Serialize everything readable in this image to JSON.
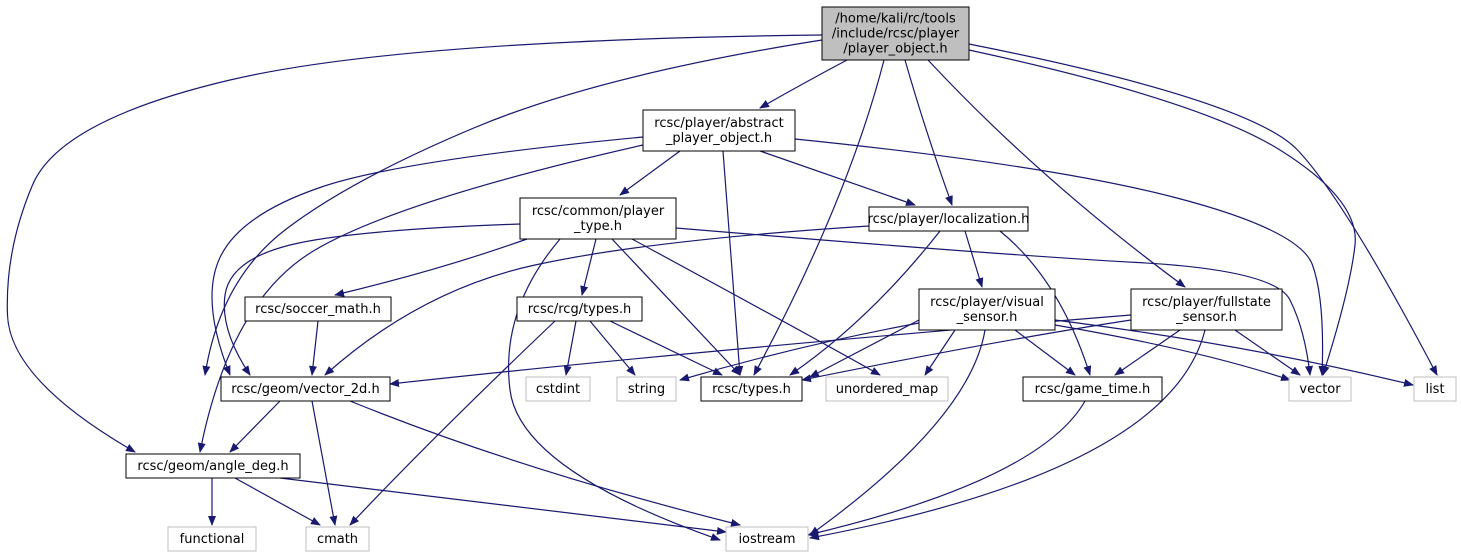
{
  "diagram": {
    "nodes": [
      {
        "id": "root",
        "lines": [
          "/home/kali/rc/tools",
          "/include/rcsc/player",
          "/player_object.h"
        ],
        "kind": "root"
      },
      {
        "id": "abstract",
        "lines": [
          "rcsc/player/abstract",
          "_player_object.h"
        ],
        "kind": "header"
      },
      {
        "id": "ptype",
        "lines": [
          "rcsc/common/player",
          "_type.h"
        ],
        "kind": "header"
      },
      {
        "id": "localization",
        "lines": [
          "rcsc/player/localization.h"
        ],
        "kind": "header"
      },
      {
        "id": "soccer",
        "lines": [
          "rcsc/soccer_math.h"
        ],
        "kind": "header"
      },
      {
        "id": "rcgtypes",
        "lines": [
          "rcsc/rcg/types.h"
        ],
        "kind": "header"
      },
      {
        "id": "visual",
        "lines": [
          "rcsc/player/visual",
          "_sensor.h"
        ],
        "kind": "header"
      },
      {
        "id": "fullstate",
        "lines": [
          "rcsc/player/fullstate",
          "_sensor.h"
        ],
        "kind": "header"
      },
      {
        "id": "vector2d",
        "lines": [
          "rcsc/geom/vector_2d.h"
        ],
        "kind": "header"
      },
      {
        "id": "cstdint",
        "lines": [
          "cstdint"
        ],
        "kind": "system"
      },
      {
        "id": "string",
        "lines": [
          "string"
        ],
        "kind": "system"
      },
      {
        "id": "types",
        "lines": [
          "rcsc/types.h"
        ],
        "kind": "header"
      },
      {
        "id": "umap",
        "lines": [
          "unordered_map"
        ],
        "kind": "system"
      },
      {
        "id": "gametime",
        "lines": [
          "rcsc/game_time.h"
        ],
        "kind": "header"
      },
      {
        "id": "vector",
        "lines": [
          "vector"
        ],
        "kind": "system"
      },
      {
        "id": "list",
        "lines": [
          "list"
        ],
        "kind": "system"
      },
      {
        "id": "angle",
        "lines": [
          "rcsc/geom/angle_deg.h"
        ],
        "kind": "header"
      },
      {
        "id": "functional",
        "lines": [
          "functional"
        ],
        "kind": "system"
      },
      {
        "id": "cmath",
        "lines": [
          "cmath"
        ],
        "kind": "system"
      },
      {
        "id": "iostream",
        "lines": [
          "iostream"
        ],
        "kind": "system"
      }
    ],
    "edges": [
      [
        "root",
        "abstract"
      ],
      [
        "root",
        "types"
      ],
      [
        "root",
        "localization"
      ],
      [
        "root",
        "fullstate"
      ],
      [
        "root",
        "vector"
      ],
      [
        "root",
        "list"
      ],
      [
        "root",
        "vector2d"
      ],
      [
        "root",
        "angle"
      ],
      [
        "abstract",
        "ptype"
      ],
      [
        "abstract",
        "localization"
      ],
      [
        "abstract",
        "types"
      ],
      [
        "abstract",
        "vector"
      ],
      [
        "abstract",
        "vector2d"
      ],
      [
        "abstract",
        "angle"
      ],
      [
        "ptype",
        "soccer"
      ],
      [
        "ptype",
        "rcgtypes"
      ],
      [
        "ptype",
        "types"
      ],
      [
        "ptype",
        "umap"
      ],
      [
        "ptype",
        "iostream"
      ],
      [
        "ptype",
        "vector"
      ],
      [
        "ptype",
        "vector2d"
      ],
      [
        "localization",
        "visual"
      ],
      [
        "localization",
        "types"
      ],
      [
        "localization",
        "gametime"
      ],
      [
        "localization",
        "vector2d"
      ],
      [
        "soccer",
        "vector2d"
      ],
      [
        "rcgtypes",
        "cstdint"
      ],
      [
        "rcgtypes",
        "string"
      ],
      [
        "rcgtypes",
        "types"
      ],
      [
        "rcgtypes",
        "cmath"
      ],
      [
        "visual",
        "string"
      ],
      [
        "visual",
        "types"
      ],
      [
        "visual",
        "umap"
      ],
      [
        "visual",
        "gametime"
      ],
      [
        "visual",
        "vector"
      ],
      [
        "visual",
        "list"
      ],
      [
        "visual",
        "iostream"
      ],
      [
        "fullstate",
        "vector2d"
      ],
      [
        "fullstate",
        "types"
      ],
      [
        "fullstate",
        "gametime"
      ],
      [
        "fullstate",
        "vector"
      ],
      [
        "fullstate",
        "iostream"
      ],
      [
        "vector2d",
        "angle"
      ],
      [
        "vector2d",
        "cmath"
      ],
      [
        "vector2d",
        "iostream"
      ],
      [
        "gametime",
        "iostream"
      ],
      [
        "angle",
        "functional"
      ],
      [
        "angle",
        "cmath"
      ],
      [
        "angle",
        "iostream"
      ]
    ],
    "colors": {
      "edge": "#191970",
      "header_border": "#000000",
      "system_border": "#bfbfbf",
      "root_fill": "#bfbfbf",
      "text": "#000000"
    }
  }
}
